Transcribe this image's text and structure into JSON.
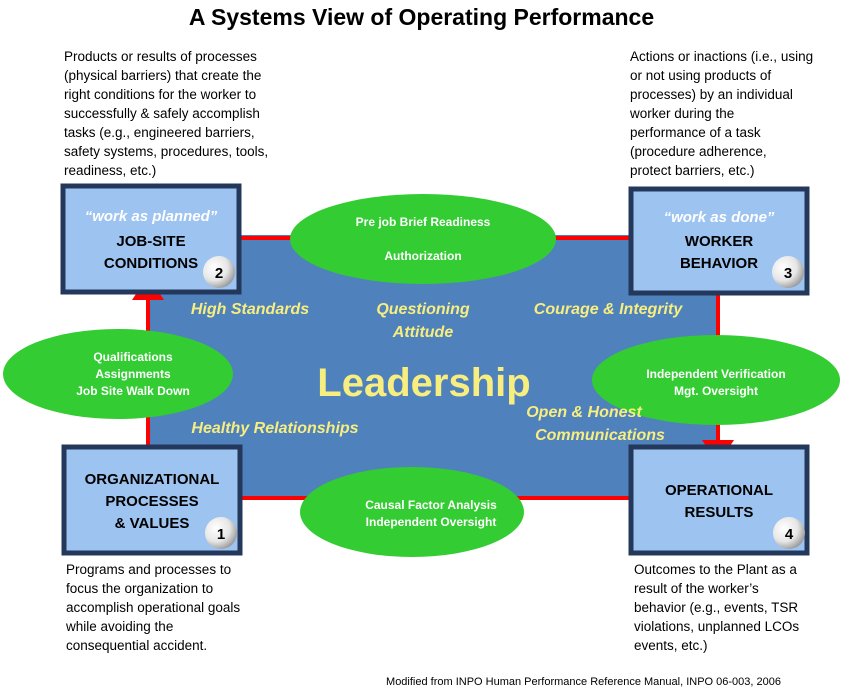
{
  "title": "A Systems View of Operating Performance",
  "descriptions": {
    "top_left": [
      "Products or results of processes",
      "(physical barriers) that create the",
      "right conditions for the worker to",
      "successfully & safely accomplish",
      "tasks (e.g., engineered barriers,",
      "safety systems, procedures, tools,",
      "readiness, etc.)"
    ],
    "top_right": [
      "Actions or inactions (i.e., using",
      "or not using products of",
      "processes) by an individual",
      "worker during the",
      "performance of a task",
      "(procedure adherence,",
      "protect barriers, etc.)"
    ],
    "bottom_left": [
      "Programs and processes to",
      "focus the organization to",
      "accomplish operational goals",
      "while avoiding the",
      "consequential accident."
    ],
    "bottom_right": [
      "Outcomes to the Plant as a",
      "result of the worker’s",
      "behavior (e.g., events, TSR",
      "violations, unplanned LCOs",
      "events, etc.)"
    ]
  },
  "boxes": {
    "job_site": {
      "subtitle": "“work as planned”",
      "line1": "JOB-SITE",
      "line2": "CONDITIONS",
      "number": "2"
    },
    "worker": {
      "subtitle": "“work as done”",
      "line1": "WORKER",
      "line2": "BEHAVIOR",
      "number": "3"
    },
    "org": {
      "line1": "ORGANIZATIONAL",
      "line2": "PROCESSES",
      "line3": "& VALUES",
      "number": "1"
    },
    "results": {
      "line1": "OPERATIONAL",
      "line2": "RESULTS",
      "number": "4"
    }
  },
  "ellipses": {
    "top": [
      "Pre  job Brief Readiness",
      "Authorization"
    ],
    "left": [
      "Qualifications",
      "Assignments",
      "Job Site Walk Down"
    ],
    "right": [
      "Independent Verification",
      "Mgt. Oversight"
    ],
    "bottom": [
      "Causal Factor Analysis",
      "Independent Oversight"
    ]
  },
  "center": {
    "leadership": "Leadership",
    "high_standards": "High Standards",
    "questioning": [
      "Questioning",
      "Attitude"
    ],
    "courage": "Courage & Integrity",
    "healthy": "Healthy Relationships",
    "open": [
      "Open & Honest",
      "Communications"
    ]
  },
  "credit": "Modified from INPO Human Performance Reference Manual, INPO 06-003, 2006",
  "colors": {
    "green": "#33cc33",
    "blue": "#4f81bd",
    "box": "#9dc3f0",
    "arrow": "#ff0000",
    "values": "#f7ee7f"
  }
}
